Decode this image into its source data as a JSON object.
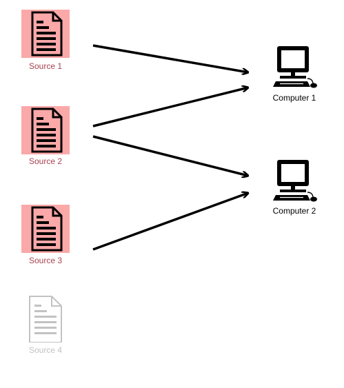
{
  "sources": [
    {
      "label": "Source 1",
      "active": true
    },
    {
      "label": "Source 2",
      "active": true
    },
    {
      "label": "Source 3",
      "active": true
    },
    {
      "label": "Source 4",
      "active": false
    }
  ],
  "computers": [
    {
      "label": "Computer 1"
    },
    {
      "label": "Computer 2"
    }
  ],
  "edges": [
    {
      "from": "Source 1",
      "to": "Computer 1"
    },
    {
      "from": "Source 2",
      "to": "Computer 1"
    },
    {
      "from": "Source 2",
      "to": "Computer 2"
    },
    {
      "from": "Source 3",
      "to": "Computer 2"
    }
  ],
  "colors": {
    "source_highlight": "#fba8a8",
    "source_label": "#a8414f",
    "inactive": "#c2c2c2",
    "arrow": "#000000"
  },
  "icons": {
    "source": "document-icon",
    "computer": "desktop-computer-icon"
  }
}
